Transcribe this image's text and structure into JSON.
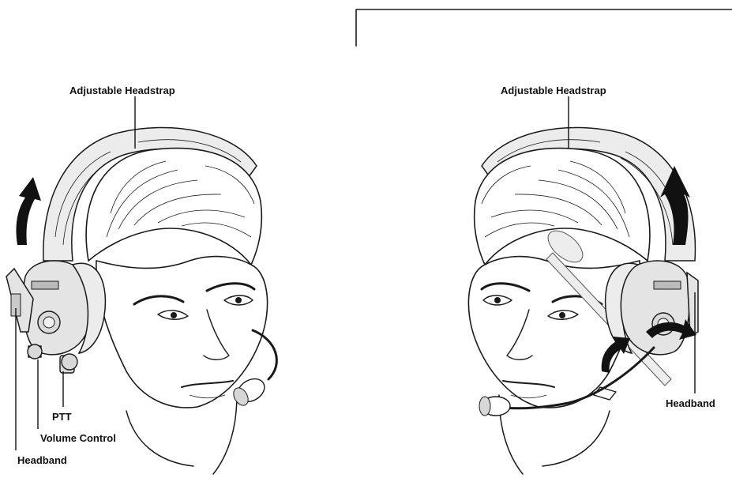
{
  "labels": {
    "left_headstrap": "Adjustable Headstrap",
    "right_headstrap": "Adjustable Headstrap",
    "ptt": "PTT",
    "volume": "Volume Control",
    "left_headband": "Headband",
    "right_headband": "Headband"
  },
  "colors": {
    "ink": "#1a1a1a",
    "background": "#ffffff",
    "cup_fill": "#e4e4e4"
  }
}
